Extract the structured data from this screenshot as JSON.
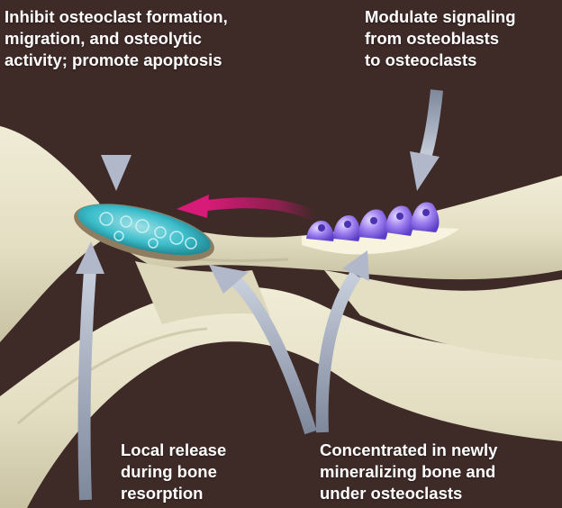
{
  "labels": {
    "top_left": [
      "Inhibit osteoclast formation,",
      "migration, and osteolytic",
      "activity; promote apoptosis"
    ],
    "top_right": [
      "Modulate signaling",
      "from osteoblasts",
      "to osteoclasts"
    ],
    "bottom_left": [
      "Local release",
      "during bone",
      "resorption"
    ],
    "bottom_right": [
      "Concentrated in newly",
      "mineralizing bone and",
      "under osteoclasts"
    ]
  },
  "colors": {
    "background": "#3e2a27",
    "bone": "#e9e4cc",
    "bone_shadow": "#c9c3a6",
    "osteoclast": "#27b9c9",
    "osteoblast": "#8a63e8",
    "signal_arrow": "#c2186a",
    "pointer_arrow": "#a7b0c4"
  }
}
